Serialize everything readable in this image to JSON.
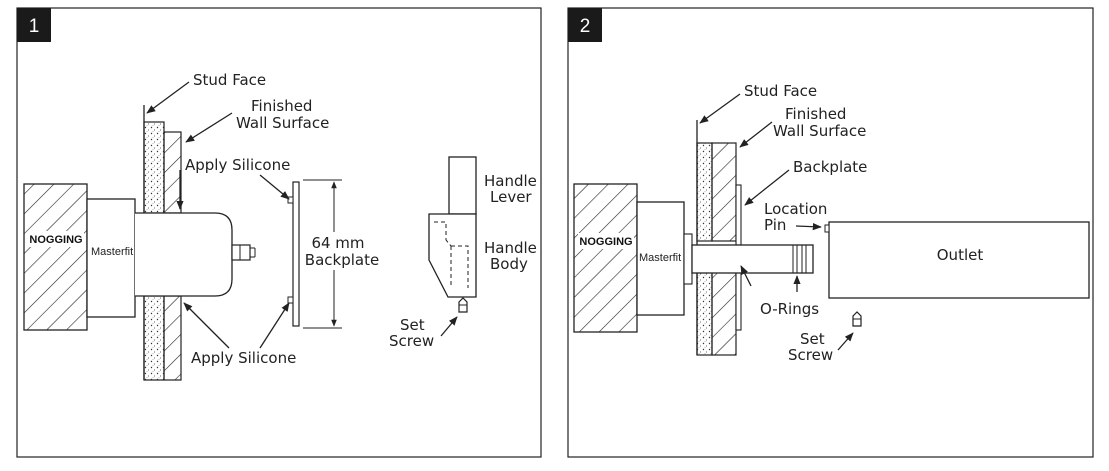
{
  "panel1": {
    "number": "1",
    "labels": {
      "stud_face": "Stud Face",
      "finished_line1": "Finished",
      "finished_line2": "Wall Surface",
      "apply_silicone_top": "Apply Silicone",
      "apply_silicone_bottom": "Apply Silicone",
      "nogging": "NOGGING",
      "masterfit": "Masterfit",
      "backplate_size": "64 mm",
      "backplate": "Backplate",
      "handle_lever_line1": "Handle",
      "handle_lever_line2": "Lever",
      "handle_body_line1": "Handle",
      "handle_body_line2": "Body",
      "set_line1": "Set",
      "set_line2": "Screw"
    }
  },
  "panel2": {
    "number": "2",
    "labels": {
      "stud_face": "Stud Face",
      "finished_line1": "Finished",
      "finished_line2": "Wall Surface",
      "backplate": "Backplate",
      "location_line1": "Location",
      "location_line2": "Pin",
      "nogging": "NOGGING",
      "masterfit": "Masterfit",
      "outlet": "Outlet",
      "o_rings": "O-Rings",
      "set_line1": "Set",
      "set_line2": "Screw"
    }
  }
}
